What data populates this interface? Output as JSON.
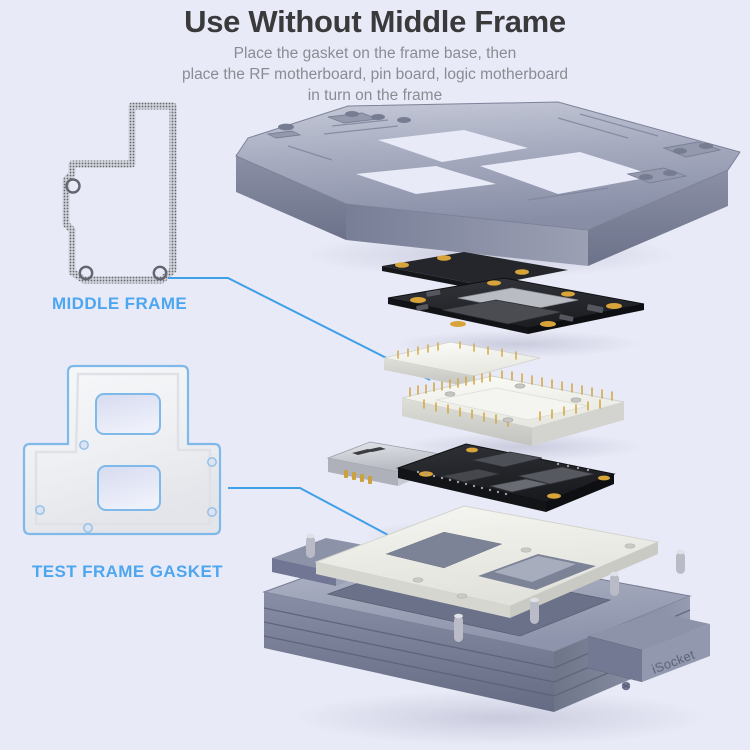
{
  "background_color": "#e9eaf7",
  "header": {
    "title": "Use Without Middle Frame",
    "title_color": "#3a3a3c",
    "subtitle_color": "#8a8c93",
    "subtitle_lines": [
      "Place the gasket on the frame base, then",
      "place the RF motherboard, pin board, logic motherboard",
      "in turn on the frame"
    ]
  },
  "callouts": {
    "color": "#4da6f0",
    "middle_frame": {
      "label": "MIDDLE FRAME"
    },
    "test_frame_gasket": {
      "label": "TEST FRAME GASKET"
    }
  },
  "illustrations": {
    "middle_frame": {
      "name": "middle-frame-outline",
      "outline_color": "#6f7178",
      "fill_color": "#d8dae1"
    },
    "gasket": {
      "name": "test-frame-gasket-plate",
      "outline_color": "#7fb9ea",
      "fill_color": "#f1f2f4",
      "cutout_color": "#dfe4f4"
    }
  },
  "stack": {
    "layers": [
      {
        "name": "top-fixture-frame",
        "material_color": "#9ba0b5"
      },
      {
        "name": "logic-motherboard",
        "material_color": "#2a2b2f",
        "pad_color": "#d8a43a"
      },
      {
        "name": "pin-board",
        "material_color": "#f2f2ee",
        "pin_color": "#d4aa44"
      },
      {
        "name": "rf-motherboard",
        "material_color": "#26272b",
        "connector_color": "#c9ccd4"
      },
      {
        "name": "test-frame-base",
        "material_color": "#8d92a8",
        "brand_text": "iSocket"
      }
    ]
  }
}
